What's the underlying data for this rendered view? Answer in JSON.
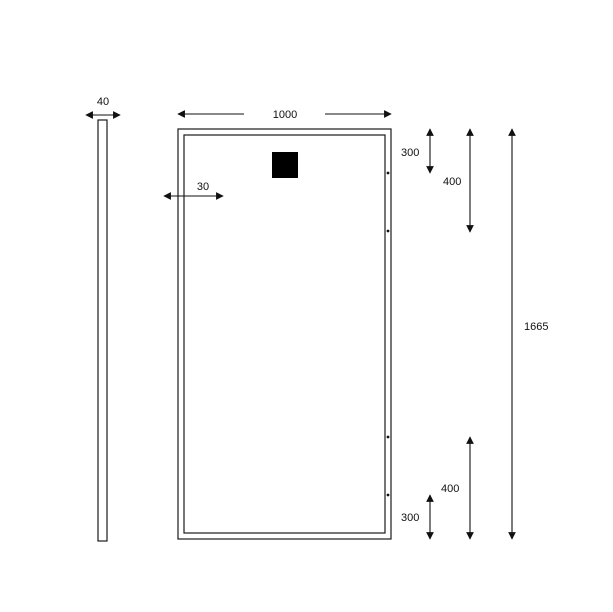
{
  "dimensions": {
    "side_thickness": "40",
    "panel_width": "1000",
    "frame_width": "30",
    "top_offset": "300",
    "top_span": "400",
    "bottom_span": "400",
    "bottom_offset": "300",
    "panel_height": "1665"
  },
  "colors": {
    "stroke": "#1a1a1a",
    "junction_box": "#000000",
    "background": "#ffffff"
  }
}
